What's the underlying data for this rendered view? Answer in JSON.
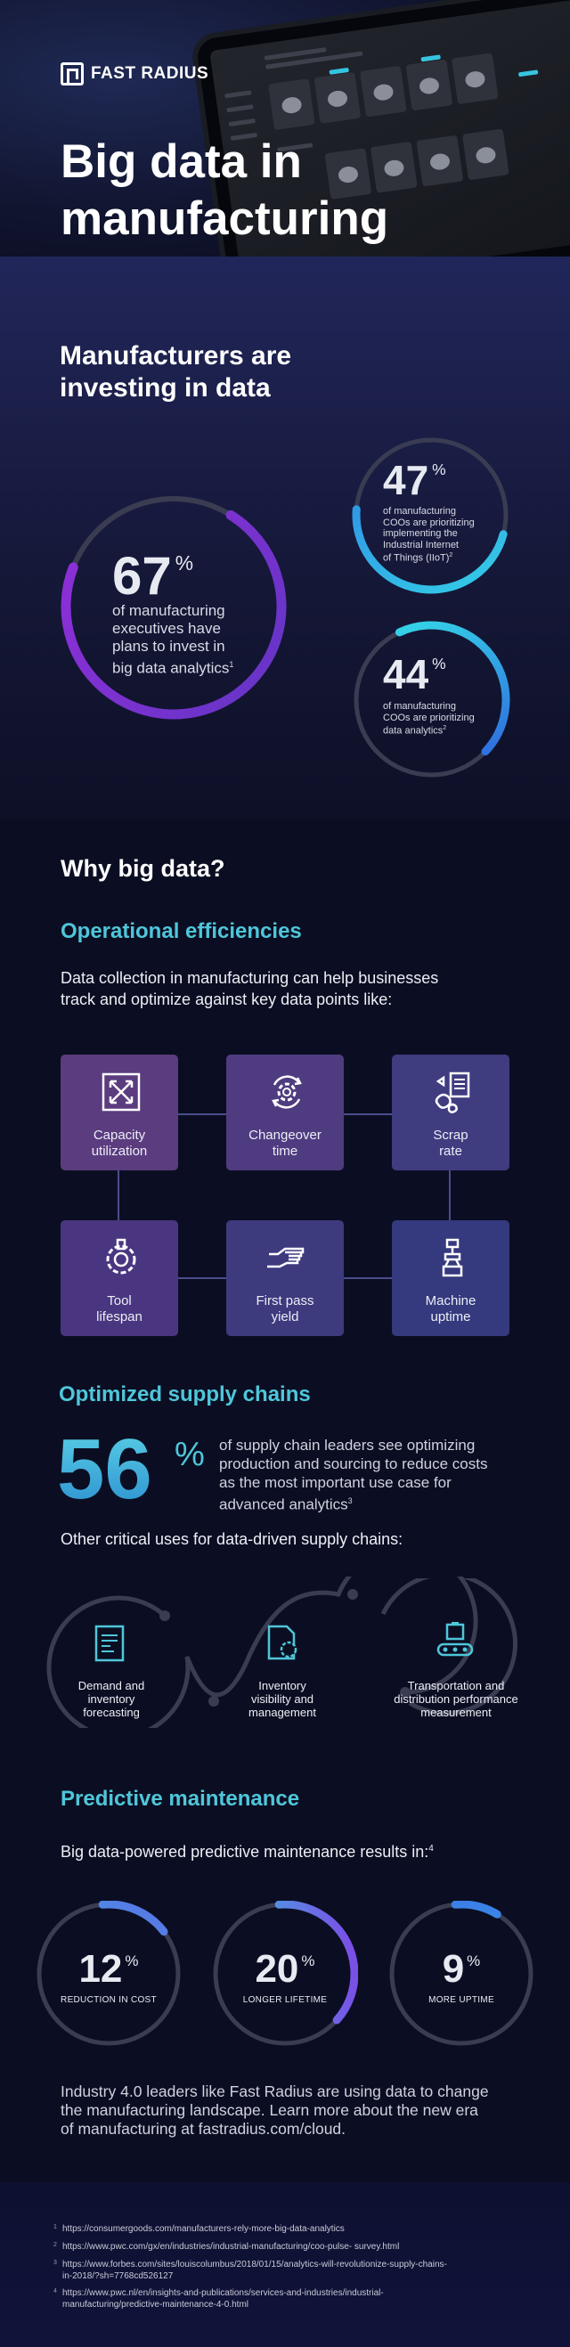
{
  "brand": {
    "name": "FAST RADIUS"
  },
  "hero": {
    "title_line1": "Big data in",
    "title_line2": "manufacturing"
  },
  "invest": {
    "title_line1": "Manufacturers are",
    "title_line2": "investing in data",
    "stats": [
      {
        "value": "67",
        "unit": "%",
        "lines": [
          "of manufacturing",
          "executives have",
          "plans to invest in",
          "big data analytics"
        ],
        "footnote": "1",
        "fraction": 0.72
      },
      {
        "value": "47",
        "unit": "%",
        "lines": [
          "of manufacturing",
          "COOs are prioritizing",
          "implementing the",
          "Industrial Internet",
          "of Things (IIoT)"
        ],
        "footnote": "2",
        "fraction": 0.47
      },
      {
        "value": "44",
        "unit": "%",
        "lines": [
          "of manufacturing",
          "COOs are prioritizing",
          "data analytics"
        ],
        "footnote": "2",
        "fraction": 0.44
      }
    ]
  },
  "why": {
    "title": "Why big data?",
    "operational": {
      "title": "Operational efficiencies",
      "intro_line1": "Data collection in manufacturing can help businesses",
      "intro_line2": "track and optimize against key data points like:",
      "items": [
        {
          "line1": "Capacity",
          "line2": "utilization",
          "icon": "expand-icon"
        },
        {
          "line1": "Changeover",
          "line2": "time",
          "icon": "gear-cycle-icon"
        },
        {
          "line1": "Scrap",
          "line2": "rate",
          "icon": "scrap-paper-icon"
        },
        {
          "line1": "Tool",
          "line2": "lifespan",
          "icon": "tool-gear-icon"
        },
        {
          "line1": "First pass",
          "line2": "yield",
          "icon": "hand-point-icon"
        },
        {
          "line1": "Machine",
          "line2": "uptime",
          "icon": "robot-arm-icon"
        }
      ]
    },
    "supply": {
      "title": "Optimized supply chains",
      "stat_value": "56",
      "stat_unit": "%",
      "stat_lines": [
        "of supply chain leaders see optimizing",
        "production and sourcing to reduce costs",
        "as the most important use case for",
        "advanced analytics"
      ],
      "stat_footnote": "3",
      "uses_title": "Other critical uses for data-driven supply chains:",
      "uses": [
        {
          "lines": [
            "Demand and",
            "inventory",
            "forecasting"
          ],
          "icon": "clipboard-icon"
        },
        {
          "lines": [
            "Inventory",
            "visibility and",
            "management"
          ],
          "icon": "document-gear-icon"
        },
        {
          "lines": [
            "Transportation and",
            "distribution performance",
            "measurement"
          ],
          "icon": "conveyor-icon"
        }
      ]
    },
    "predictive": {
      "title": "Predictive maintenance",
      "intro": "Big data-powered predictive maintenance results in:",
      "intro_footnote": "4",
      "stats": [
        {
          "value": "12",
          "unit": "%",
          "caption": "REDUCTION IN COST",
          "fraction": 0.16
        },
        {
          "value": "20",
          "unit": "%",
          "caption": "LONGER LIFETIME",
          "fraction": 0.38
        },
        {
          "value": "9",
          "unit": "%",
          "caption": "MORE UPTIME",
          "fraction": 0.1
        }
      ],
      "cta_lines": [
        "Industry 4.0 leaders like Fast Radius are using data to change",
        "the manufacturing landscape. Learn more about the new era",
        "of manufacturing at fastradius.com/cloud."
      ]
    }
  },
  "footnotes": [
    {
      "n": "1",
      "lines": [
        "https://consumergoods.com/manufacturers-rely-more-big-data-analytics"
      ]
    },
    {
      "n": "2",
      "lines": [
        "https://www.pwc.com/gx/en/industries/industrial-manufacturing/coo-pulse- survey.html"
      ]
    },
    {
      "n": "3",
      "lines": [
        "https://www.forbes.com/sites/louiscolumbus/2018/01/15/analytics-will-revolutionize-supply-chains-",
        "in-2018/?sh=7768cd526127"
      ]
    },
    {
      "n": "4",
      "lines": [
        "https://www.pwc.nl/en/insights-and-publications/services-and-industries/industrial-",
        "manufacturing/predictive-maintenance-4-0.html"
      ]
    }
  ],
  "colors": {
    "accent_cyan": "#4fc6da",
    "ring_purple": "#8a2be2",
    "box_purple": "#5b3c7f",
    "box_indigo": "#3a3a7e"
  }
}
